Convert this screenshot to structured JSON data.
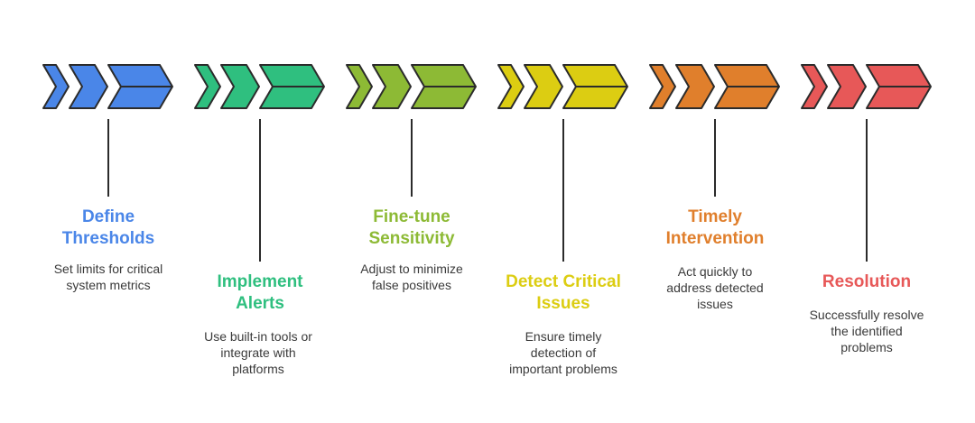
{
  "steps": [
    {
      "title": "Define\nThresholds",
      "description": "Set limits for critical\nsystem metrics",
      "color": "#4a86e8"
    },
    {
      "title": "Implement\nAlerts",
      "description": "Use built-in tools or\nintegrate with\nplatforms",
      "color": "#2fbf7f"
    },
    {
      "title": "Fine-tune\nSensitivity",
      "description": "Adjust to minimize\nfalse positives",
      "color": "#8dba35"
    },
    {
      "title": "Detect Critical\nIssues",
      "description": "Ensure timely\ndetection of\nimportant problems",
      "color": "#dccd12"
    },
    {
      "title": "Timely\nIntervention",
      "description": "Act quickly to\naddress detected\nissues",
      "color": "#e07f2c"
    },
    {
      "title": "Resolution",
      "description": "Successfully resolve\nthe identified\nproblems",
      "color": "#e75858"
    }
  ]
}
